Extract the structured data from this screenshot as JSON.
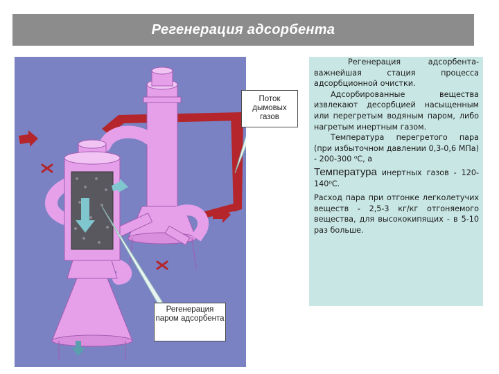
{
  "slide": {
    "title": "Регенерация адсорбента"
  },
  "callouts": {
    "flue_gas": "Поток дымовых газов",
    "regeneration": "Регенерация паром адсорбента"
  },
  "text_panel": {
    "para1": "Регенерация адсорбента- важнейшая стация процесса адсорбционной очистки.",
    "para2": "Адсорбированные вещества извлекают десорбцией насыщенным или перегретым водяным паром, либо нагретым инертным газом.",
    "para3": "Температура перегретого пара (при избыточном давлении 0,3-0,6 МПа) - 200-300 ⁰С, а",
    "para4_big": "Температура",
    "para4_rest": " инертных газов - 120-140⁰С.",
    "para5": "Расход пара при отгонке легколетучих веществ - 2,5-3 кг/кг отгоняемого вещества, для высококипящих - в 5-10 раз больше."
  },
  "colors": {
    "title_bar": "#8c8c8c",
    "illustration_bg": "#7a82c4",
    "vessel": "#e6a0ea",
    "duct": "#b4262c",
    "panel_bg": "#c8e6e3",
    "arrow_blue": "#7fc6cf"
  },
  "icons": {
    "vessel_left": "adsorber-vessel",
    "vessel_right": "adsorber-vessel",
    "flow_arrows": "arrow",
    "valves": "cross-marker"
  }
}
